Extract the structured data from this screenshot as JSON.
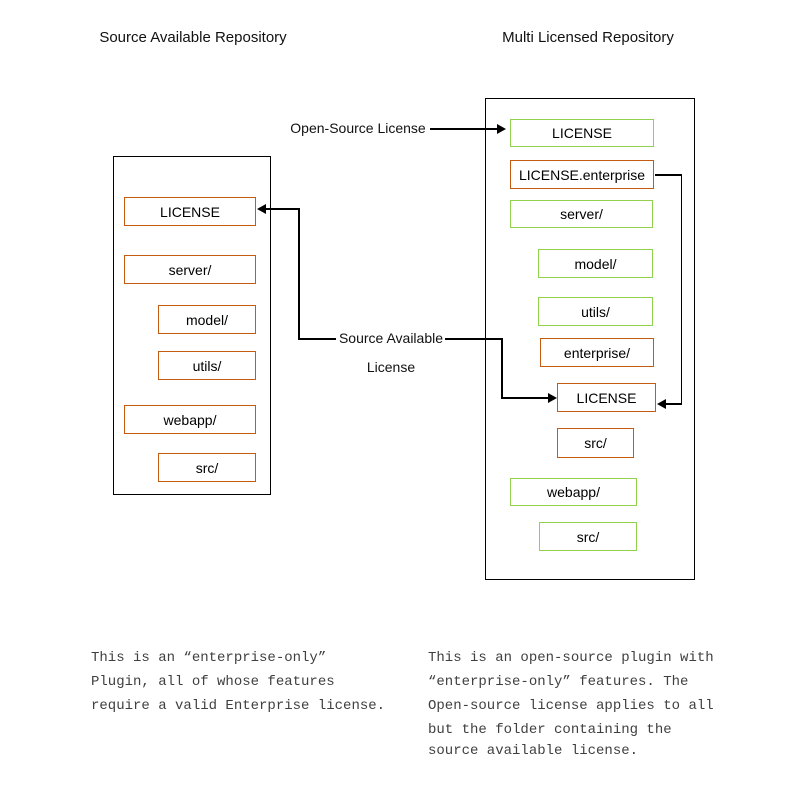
{
  "titles": {
    "left": "Source Available Repository",
    "right": "Multi Licensed Repository"
  },
  "colors": {
    "enterprise_orange": "#C55A11",
    "open_source_green": "#92D050",
    "line_black": "#000000",
    "note_gray": "#3F3F3F"
  },
  "arrow_labels": {
    "open_source": "Open-Source License",
    "source_available_line1": "Source Available",
    "source_available_line2": "License"
  },
  "left_repo": {
    "items": [
      {
        "label": "LICENSE",
        "color": "orange",
        "indent": 0
      },
      {
        "label": "server/",
        "color": "orange",
        "indent": 0
      },
      {
        "label": "model/",
        "color": "orange",
        "indent": 1
      },
      {
        "label": "utils/",
        "color": "orange",
        "indent": 1
      },
      {
        "label": "webapp/",
        "color": "orange",
        "indent": 0
      },
      {
        "label": "src/",
        "color": "orange",
        "indent": 1
      }
    ]
  },
  "right_repo": {
    "items": [
      {
        "label": "LICENSE",
        "color": "green",
        "indent": 0
      },
      {
        "label": "LICENSE.enterprise",
        "color": "orange",
        "indent": 0
      },
      {
        "label": "server/",
        "color": "green",
        "indent": 0
      },
      {
        "label": "model/",
        "color": "green",
        "indent": 1
      },
      {
        "label": "utils/",
        "color": "green",
        "indent": 1
      },
      {
        "label": "enterprise/",
        "color": "orange",
        "indent": 1
      },
      {
        "label": "LICENSE",
        "color": "orange",
        "indent": 2
      },
      {
        "label": "src/",
        "color": "orange",
        "indent": 2
      },
      {
        "label": "webapp/",
        "color": "green",
        "indent": 0
      },
      {
        "label": "src/",
        "color": "green",
        "indent": 1
      }
    ]
  },
  "notes": {
    "left_lines": [
      "This is an “enterprise-only”",
      "Plugin, all of whose features",
      "require a valid Enterprise license."
    ],
    "right_lines": [
      "This is an open-source plugin with",
      "“enterprise-only” features. The",
      "Open-source license applies to all",
      "but the folder containing the",
      "source available license."
    ]
  }
}
